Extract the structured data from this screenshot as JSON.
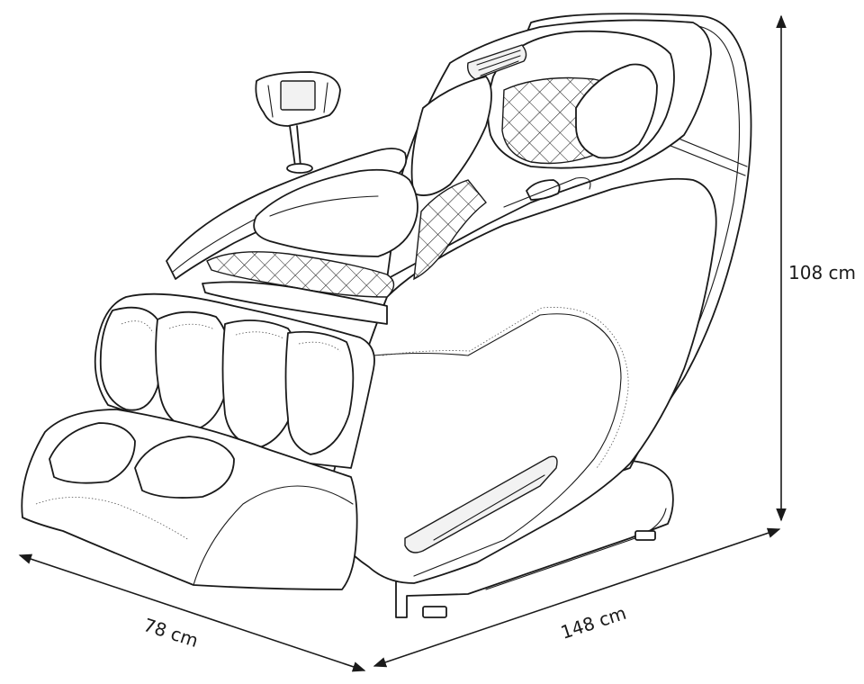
{
  "dimensions": {
    "height": "108 cm",
    "depth": "78 cm",
    "length": "148 cm"
  }
}
